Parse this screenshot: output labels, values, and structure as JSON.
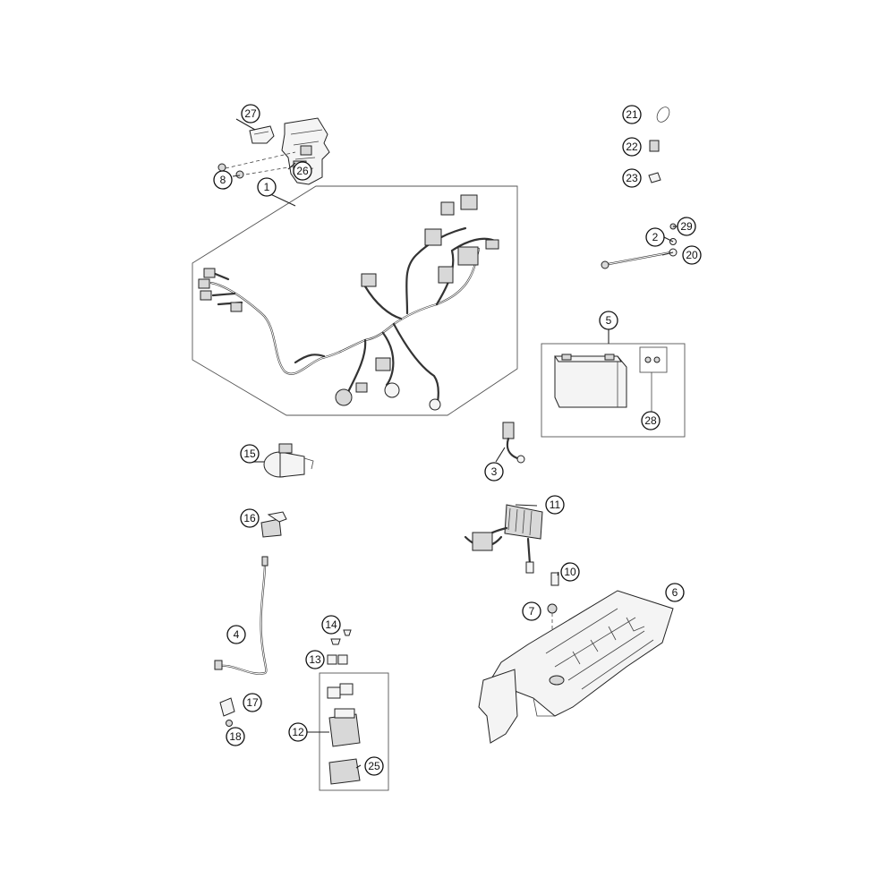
{
  "callouts": {
    "c1": "1",
    "c2": "2",
    "c3": "3",
    "c4": "4",
    "c5": "5",
    "c6": "6",
    "c7": "7",
    "c8": "8",
    "c10": "10",
    "c11": "11",
    "c12": "12",
    "c13": "13",
    "c14": "14",
    "c15": "15",
    "c16": "16",
    "c17": "17",
    "c18": "18",
    "c20": "20",
    "c21": "21",
    "c22": "22",
    "c23": "23",
    "c25": "25",
    "c26": "26",
    "c27": "27",
    "c28": "28",
    "c29": "29"
  },
  "parts": {
    "p1": "wiring-harness",
    "p2": "ground-cable",
    "p3": "connector-cable",
    "p4": "battery-cable",
    "p5": "battery",
    "p6": "battery-tray",
    "p7": "nut",
    "p8": "nut",
    "p10": "fuse",
    "p11": "voltage-regulator",
    "p12": "starter-relay",
    "p13": "fuse-cover",
    "p14": "fuse-small",
    "p15": "ignition-coil",
    "p16": "relay",
    "p17": "rubber-cap",
    "p18": "nut",
    "p20": "washer",
    "p21": "cable-tie",
    "p22": "clip",
    "p23": "clamp",
    "p25": "relay-cover",
    "p26": "holder-bracket",
    "p27": "cap",
    "p28": "screw-set",
    "p29": "screw"
  }
}
